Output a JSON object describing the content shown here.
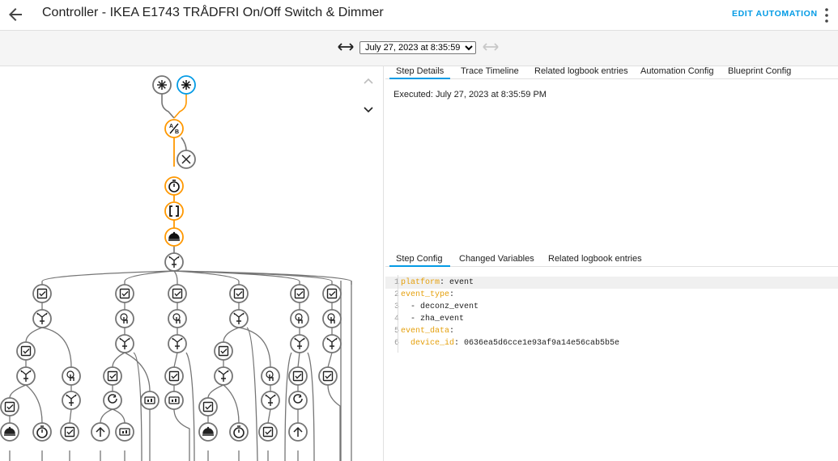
{
  "header": {
    "title": "Controller - IKEA E1743 TRÅDFRI On/Off Switch & Dimmer",
    "edit_label": "EDIT AUTOMATION"
  },
  "trace_selector": {
    "selected": "July 27, 2023 at 8:35:59 PM"
  },
  "detail_tabs": [
    "Step Details",
    "Trace Timeline",
    "Related logbook entries",
    "Automation Config",
    "Blueprint Config"
  ],
  "executed_text": "Executed: July 27, 2023 at 8:35:59 PM",
  "config_tabs": [
    "Step Config",
    "Changed Variables",
    "Related logbook entries"
  ],
  "code_lines": [
    {
      "num": "1",
      "key": "platform",
      "sep": ": ",
      "value": "event"
    },
    {
      "num": "2",
      "key": "event_type",
      "sep": ":",
      "value": ""
    },
    {
      "num": "3",
      "key": "",
      "sep": "",
      "value": "  - deconz_event"
    },
    {
      "num": "4",
      "key": "",
      "sep": "",
      "value": "  - zha_event"
    },
    {
      "num": "5",
      "key": "event_data",
      "sep": ":",
      "value": ""
    },
    {
      "num": "6",
      "key": "  device_id",
      "sep": ": ",
      "value": "0636ea5d6cce1e93af9a14e56cab5b5e"
    }
  ],
  "colors": {
    "accent": "#039be5",
    "trace_active": "#ff9800",
    "trace_inactive": "#757575",
    "trigger_active": "#039be5"
  },
  "graph_nodes": [
    {
      "icon": "trigger-icon",
      "state": "inactive"
    },
    {
      "icon": "trigger-icon",
      "state": "active-trigger"
    },
    {
      "icon": "choose-icon",
      "state": "active"
    },
    {
      "icon": "stop-icon",
      "state": "inactive"
    },
    {
      "icon": "timer-icon",
      "state": "active"
    },
    {
      "icon": "variables-icon",
      "state": "active"
    },
    {
      "icon": "event-icon",
      "state": "active"
    },
    {
      "icon": "branch-icon",
      "state": "inactive"
    }
  ]
}
